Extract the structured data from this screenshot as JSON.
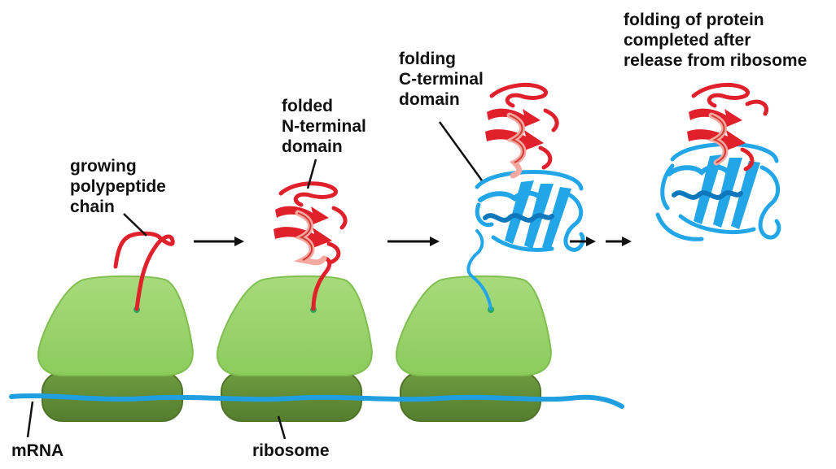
{
  "labels": {
    "growing": [
      "growing",
      "polypeptide",
      "chain"
    ],
    "folded_n": [
      "folded",
      "N-terminal",
      "domain"
    ],
    "folding_c": [
      "folding",
      "C-terminal",
      "domain"
    ],
    "completed": [
      "folding of protein",
      "completed after",
      "release from ribosome"
    ],
    "mrna": "mRNA",
    "ribosome": "ribosome"
  },
  "colors": {
    "ribosome_large": "#9bd36a",
    "ribosome_large_edge": "#7fbf4f",
    "ribosome_small": "#5e8a35",
    "ribosome_small_edge": "#4d7429",
    "mrna": "#1f9ee0",
    "n_domain": "#e0202a",
    "n_domain_highlight": "#f4a9a0",
    "c_domain": "#22a6e8",
    "c_domain_dark": "#0f78bd",
    "exit_dot": "#2aa95a",
    "arrow": "#111111"
  },
  "icons": [
    "ribosome-large-subunit",
    "ribosome-small-subunit",
    "polypeptide-chain",
    "protein-ribbon",
    "process-arrow"
  ]
}
